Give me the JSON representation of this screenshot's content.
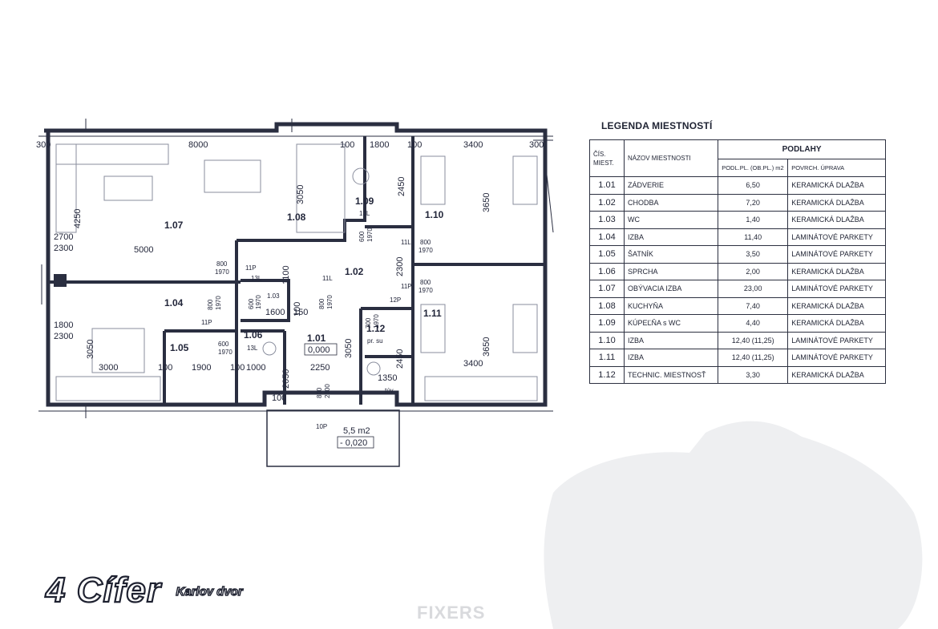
{
  "plan": {
    "rooms": [
      {
        "id": "1.01",
        "value": "0,000"
      },
      {
        "id": "1.02"
      },
      {
        "id": "1.03"
      },
      {
        "id": "1.04"
      },
      {
        "id": "1.05"
      },
      {
        "id": "1.06"
      },
      {
        "id": "1.07"
      },
      {
        "id": "1.08"
      },
      {
        "id": "1.09"
      },
      {
        "id": "1.10"
      },
      {
        "id": "1.11"
      },
      {
        "id": "1.12",
        "note": "pr. su"
      }
    ],
    "dimensions": [
      "300",
      "8000",
      "100",
      "1800",
      "100",
      "3400",
      "300",
      "4250",
      "3050",
      "2450",
      "3650",
      "2700",
      "2300",
      "5000",
      "1100",
      "2300",
      "1800",
      "2300",
      "3050",
      "3000",
      "100",
      "1900",
      "100",
      "1000",
      "2050",
      "100",
      "2250",
      "3050",
      "2450",
      "1350",
      "3400",
      "3650",
      "1600",
      "150",
      "100",
      "1100"
    ],
    "doors": [
      "800",
      "1970",
      "600",
      "1970",
      "800",
      "1970",
      "800",
      "1970",
      "800",
      "1970",
      "600",
      "1970",
      "600",
      "1970",
      "800",
      "1970",
      "700",
      "1970",
      "800",
      "2300",
      "11P",
      "13L",
      "11P",
      "13L",
      "11L",
      "13L",
      "11L",
      "12P",
      "11P",
      "10P",
      "1.03"
    ],
    "labels": {
      "tuv": "túv",
      "terrace_area": "5,5 m2",
      "terrace_level": "- 0,020"
    }
  },
  "legend": {
    "title": "LEGENDA MIESTNOSTÍ",
    "headers": {
      "num": "ČÍS. MIEST.",
      "name": "NÁZOV MIESTNOSTI",
      "floors": "PODLAHY",
      "area": "PODL.PL. (OB.PL.) m2",
      "surface": "POVRCH. ÚPRAVA"
    },
    "rows": [
      {
        "num": "1.01",
        "name": "ZÁDVERIE",
        "area": "6,50",
        "surface": "KERAMICKÁ DLAŽBA"
      },
      {
        "num": "1.02",
        "name": "CHODBA",
        "area": "7,20",
        "surface": "KERAMICKÁ DLAŽBA"
      },
      {
        "num": "1.03",
        "name": "WC",
        "area": "1,40",
        "surface": "KERAMICKÁ DLAŽBA"
      },
      {
        "num": "1.04",
        "name": "IZBA",
        "area": "11,40",
        "surface": "LAMINÁTOVÉ PARKETY"
      },
      {
        "num": "1.05",
        "name": "ŠATNÍK",
        "area": "3,50",
        "surface": "LAMINÁTOVÉ PARKETY"
      },
      {
        "num": "1.06",
        "name": "SPRCHA",
        "area": "2,00",
        "surface": "KERAMICKÁ DLAŽBA"
      },
      {
        "num": "1.07",
        "name": "OBÝVACIA IZBA",
        "area": "23,00",
        "surface": "LAMINÁTOVÉ PARKETY"
      },
      {
        "num": "1.08",
        "name": "KUCHYŇA",
        "area": "7,40",
        "surface": "KERAMICKÁ DLAŽBA"
      },
      {
        "num": "1.09",
        "name": "KÚPEĽŇA s WC",
        "area": "4,40",
        "surface": "KERAMICKÁ DLAŽBA"
      },
      {
        "num": "1.10",
        "name": "IZBA",
        "area": "12,40 (11,25)",
        "surface": "LAMINÁTOVÉ PARKETY"
      },
      {
        "num": "1.11",
        "name": "IZBA",
        "area": "12,40 (11,25)",
        "surface": "LAMINÁTOVÉ PARKETY"
      },
      {
        "num": "1.12",
        "name": "TECHNIC. MIESTNOSŤ",
        "area": "3,30",
        "surface": "KERAMICKÁ DLAŽBA"
      }
    ]
  },
  "branding": {
    "title": "4 Cífer",
    "subtitle": "Karlov dvor",
    "watermark": "FIXERS"
  },
  "colors": {
    "ink": "#22263a",
    "wall": "#2a2e40",
    "watermark": "#e4e5e8"
  }
}
